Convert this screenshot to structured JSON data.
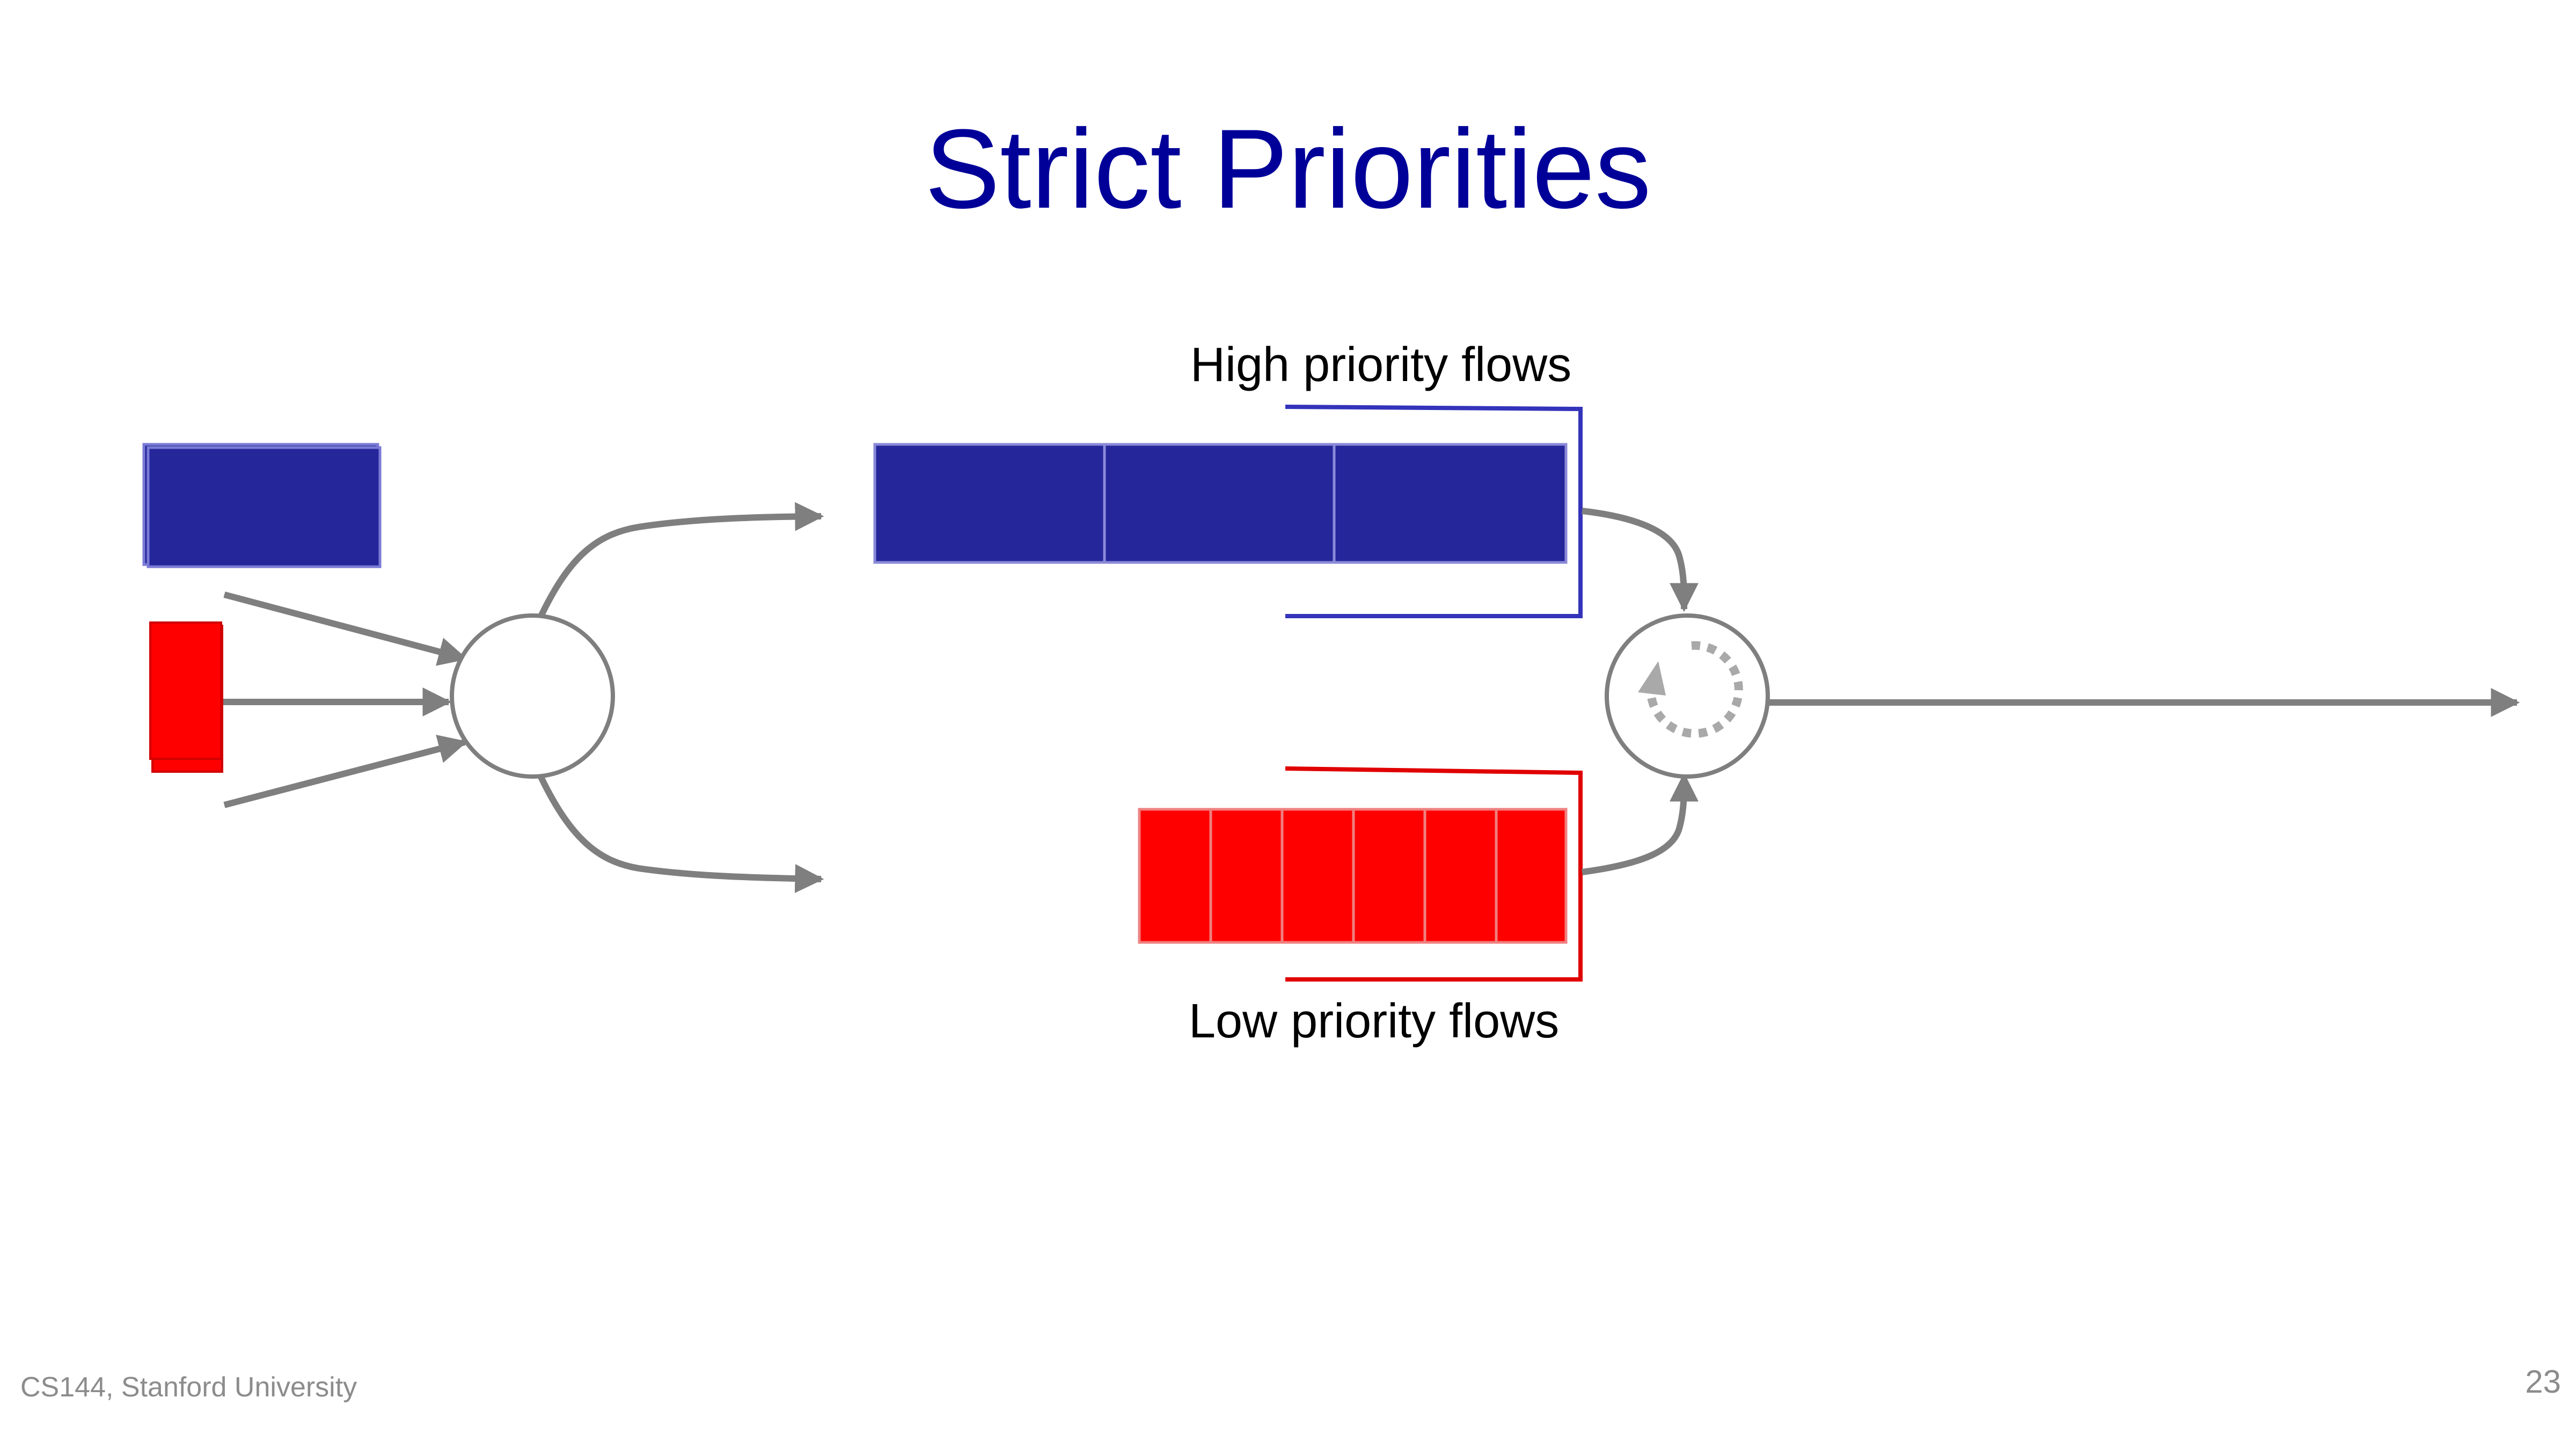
{
  "slide": {
    "title": "Strict Priorities",
    "high_label": "High priority flows",
    "low_label": "Low priority flows",
    "footer": "CS144, Stanford University",
    "page_number": "23"
  },
  "colors": {
    "title": "#000099",
    "high_priority": "#26269b",
    "low_priority": "#ff0000",
    "connector": "#7f7f7f",
    "high_bracket": "#3333bb",
    "low_bracket": "#e00000"
  },
  "queues": {
    "high_packet_count": 3,
    "low_packet_count": 6
  }
}
